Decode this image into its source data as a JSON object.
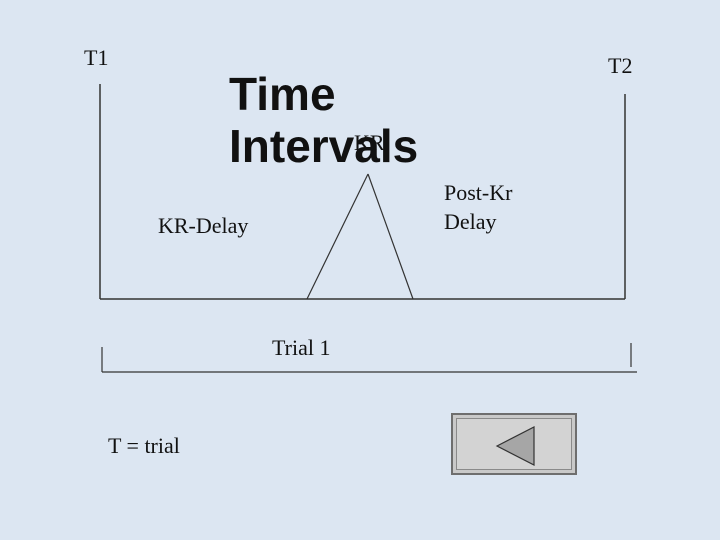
{
  "diagram": {
    "title": "Time\nIntervals",
    "labels": {
      "t1": "T1",
      "t2": "T2",
      "kr": "KR",
      "kr_delay": "KR-Delay",
      "post_kr_delay": "Post-Kr\nDelay",
      "trial": "Trial 1",
      "legend": "T = trial"
    }
  },
  "navigation": {
    "back_icon": "triangle-left-icon"
  },
  "colors": {
    "background": "#dce6f2",
    "line": "#333333",
    "text": "#111111",
    "button_face": "#d3d3d3",
    "arrow_fill": "#a6a6a6"
  }
}
